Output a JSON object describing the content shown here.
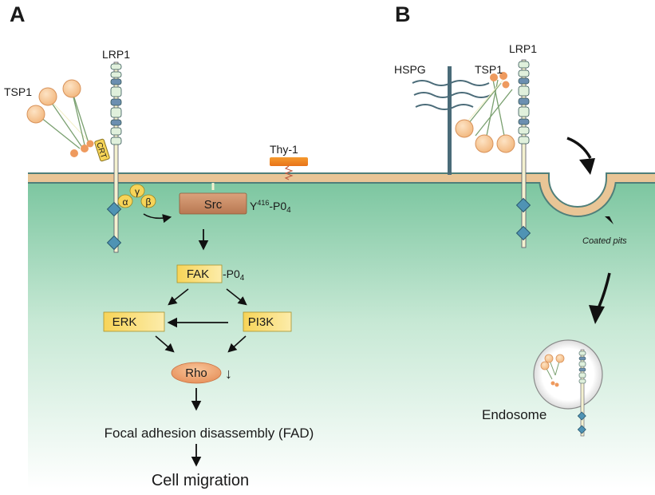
{
  "panels": {
    "a": "A",
    "b": "B"
  },
  "panel_a": {
    "tsp1": "TSP1",
    "lrp1": "LRP1",
    "crt": "CRT",
    "thy1": "Thy-1",
    "g_alpha": "α",
    "g_gamma": "γ",
    "g_beta": "β",
    "src": "Src",
    "src_phospho": {
      "prefix": "Y",
      "sup": "416",
      "suffix": "-P0",
      "sub": "4"
    },
    "fak": "FAK",
    "fak_phospho": {
      "prefix": "-P0",
      "sub": "4"
    },
    "erk": "ERK",
    "pi3k": "PI3K",
    "rho": "Rho",
    "rho_down": "↓",
    "fad": "Focal adhesion disassembly (FAD)",
    "migration": "Cell migration"
  },
  "panel_b": {
    "hspg": "HSPG",
    "tsp1": "TSP1",
    "lrp1": "LRP1",
    "coated_pits": "Coated pits",
    "endosome": "Endosome"
  },
  "colors": {
    "membrane": "#e9c596",
    "membrane_edge": "#4f7f7a",
    "cytoplasm_top": "#7cc6a0",
    "cytoplasm_bottom": "#ffffff",
    "tsp1_ball": "#f6c48e",
    "tsp1_small": "#ee9a5e",
    "lrp1_bead": "#e0f0dc",
    "lrp1_dark": "#6c8fb0",
    "diamond": "#4f93b4",
    "src_box": "#c98960",
    "yellow_box": "#f7d45a",
    "rho": "#f0a46c",
    "thy1": "#f08a22",
    "hspg": "#4a6b78"
  }
}
